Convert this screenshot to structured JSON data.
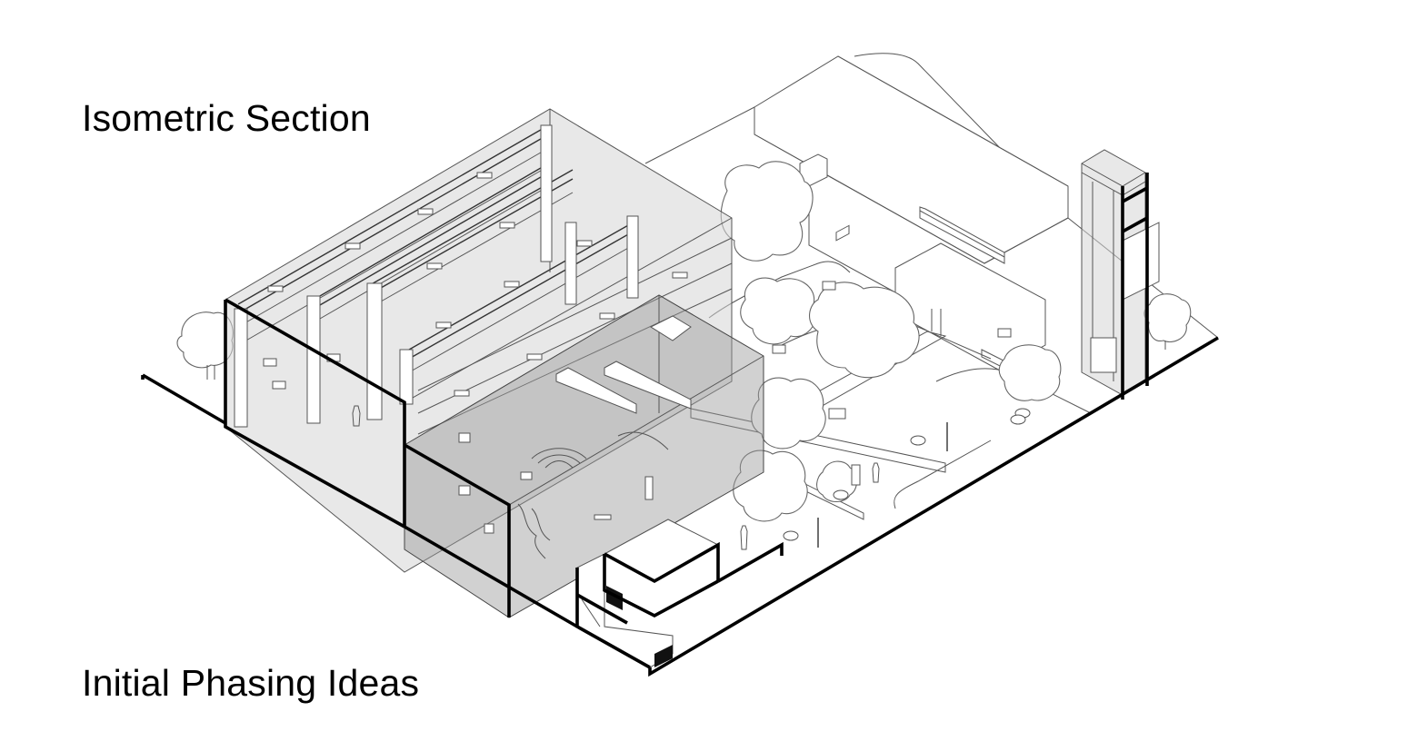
{
  "labels": {
    "top": "Isometric Section",
    "bottom": "Initial Phasing Ideas"
  },
  "drawing": {
    "type": "architectural isometric section",
    "elements": [
      "library-stacks-volume",
      "glazed-atrium-volume",
      "courtyard-with-trees",
      "long-slab-building",
      "vertical-circulation-tower",
      "cut-plane-section-lines"
    ],
    "colors": {
      "background": "#ffffff",
      "linework": "#555555",
      "section-cut": "#000000",
      "glass-fill": "#d6d6d6"
    }
  }
}
